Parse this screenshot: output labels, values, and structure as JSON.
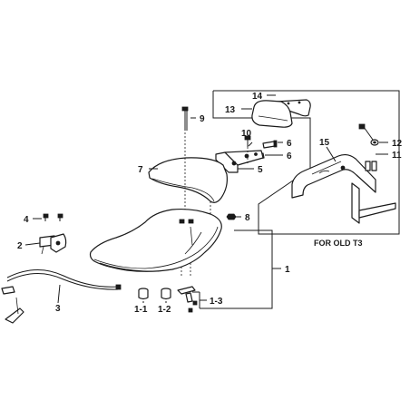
{
  "callouts": {
    "c1": "1",
    "c1_1": "1-1",
    "c1_2": "1-2",
    "c1_3": "1-3",
    "c2": "2",
    "c3": "3",
    "c4": "4",
    "c5": "5",
    "c6a": "6",
    "c6b": "6",
    "c7": "7",
    "c8": "8",
    "c9": "9",
    "c10": "10",
    "c11": "11",
    "c12": "12",
    "c13": "13",
    "c14": "14",
    "c15": "15"
  },
  "caption": "FOR OLD T3"
}
